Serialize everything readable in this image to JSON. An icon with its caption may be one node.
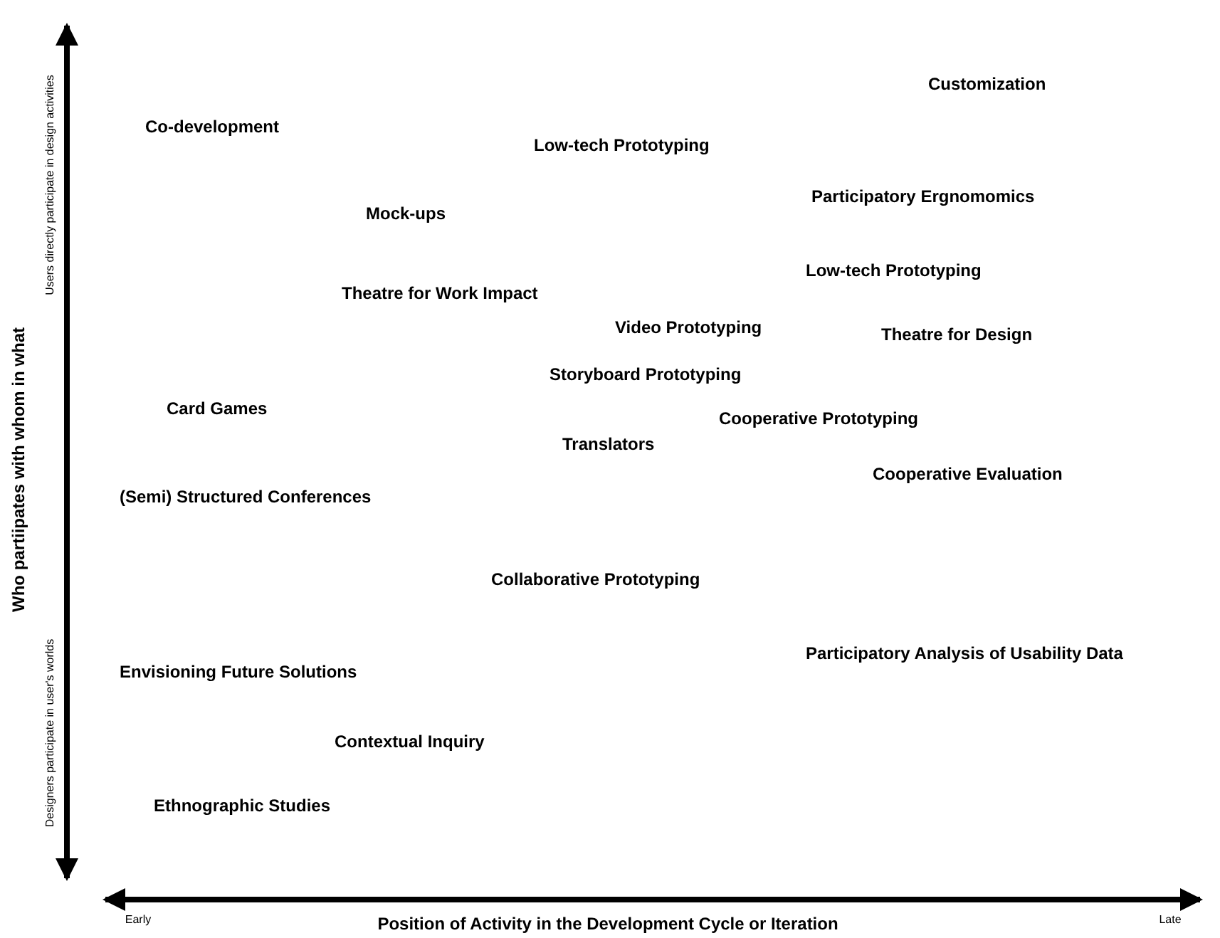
{
  "diagram": {
    "labels": [
      "Customization",
      "Co-development",
      "Low-tech Prototyping",
      "Participatory Ergnomomics",
      "Mock-ups",
      "Low-tech Prototyping",
      "Theatre for Work Impact",
      "Video Prototyping",
      "Theatre for Design",
      "Storyboard Prototyping",
      "Card Games",
      "Cooperative Prototyping",
      "Translators",
      "Cooperative Evaluation",
      "(Semi) Structured Conferences",
      "Collaborative Prototyping",
      "Participatory Analysis of Usability Data",
      "Envisioning Future Solutions",
      "Contextual Inquiry",
      "Ethnographic Studies",
      "Users directly participate in design activities",
      "Who partiipates with whom in what",
      "Designers participate in user's worlds",
      "Early",
      "Position of Activity in the Development Cycle or Iteration",
      "Late"
    ]
  }
}
